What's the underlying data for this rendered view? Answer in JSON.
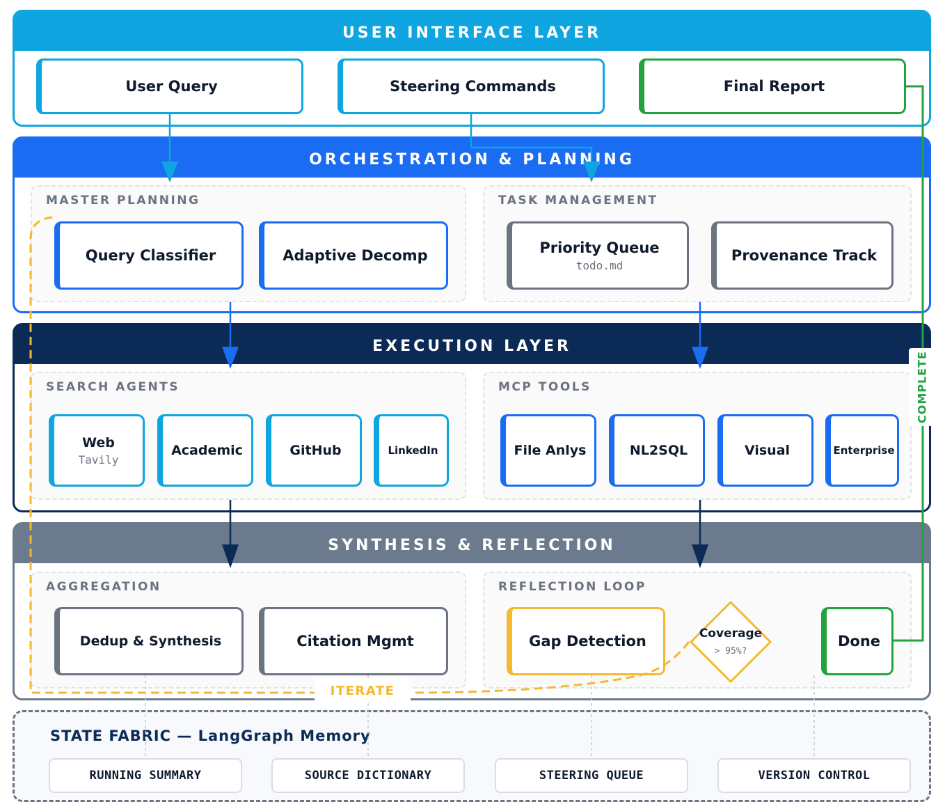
{
  "colors": {
    "ui": "#0ea5e0",
    "orch": "#1a6cf2",
    "exec": "#0c2a56",
    "synth": "#6b7a8c",
    "green": "#22a340",
    "yellow": "#f5b82e",
    "gray": "#6b7480"
  },
  "layers": {
    "ui": {
      "title": "USER INTERFACE LAYER"
    },
    "orch": {
      "title": "ORCHESTRATION & PLANNING"
    },
    "exec": {
      "title": "EXECUTION LAYER"
    },
    "synth": {
      "title": "SYNTHESIS & REFLECTION"
    }
  },
  "ui_nodes": {
    "user_query": "User Query",
    "steering_commands": "Steering Commands",
    "final_report": "Final Report"
  },
  "groups": {
    "master_planning": "MASTER PLANNING",
    "task_management": "TASK MANAGEMENT",
    "search_agents": "SEARCH AGENTS",
    "mcp_tools": "MCP TOOLS",
    "aggregation": "AGGREGATION",
    "reflection_loop": "REFLECTION LOOP"
  },
  "planning_nodes": {
    "query_classifier": "Query Classifier",
    "adaptive_decomp": "Adaptive Decomp",
    "priority_queue": "Priority Queue",
    "priority_queue_sub": "todo.md",
    "provenance_track": "Provenance Track"
  },
  "search_agents": {
    "web": "Web",
    "web_sub": "Tavily",
    "academic": "Academic",
    "github": "GitHub",
    "linkedin": "LinkedIn"
  },
  "mcp_tools": {
    "file_anlys": "File Anlys",
    "nl2sql": "NL2SQL",
    "visual": "Visual",
    "enterprise": "Enterprise"
  },
  "synthesis_nodes": {
    "dedup": "Dedup & Synthesis",
    "citation": "Citation Mgmt",
    "gap_detection": "Gap Detection",
    "coverage": "Coverage",
    "coverage_sub": "> 95%?",
    "done": "Done"
  },
  "loop_labels": {
    "iterate": "ITERATE",
    "complete": "COMPLETE"
  },
  "state": {
    "title": "STATE FABRIC — LangGraph Memory",
    "items": [
      "RUNNING SUMMARY",
      "SOURCE DICTIONARY",
      "STEERING QUEUE",
      "VERSION CONTROL"
    ]
  }
}
